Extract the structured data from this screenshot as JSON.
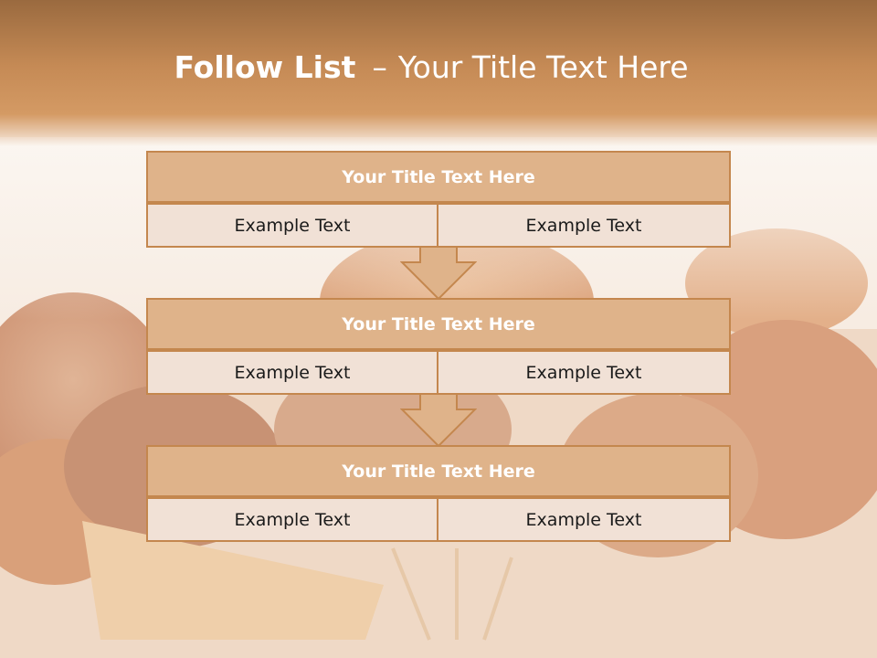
{
  "slide": {
    "title_bold": "Follow List",
    "title_sep": "–",
    "title_rest": "Your Title Text Here"
  },
  "colors": {
    "band_top": "#9a6a3f",
    "band_bottom": "#d49a64",
    "header_fill": "#dfb38a",
    "row_fill": "#f1e1d6",
    "border": "#c4874e",
    "arrow_fill": "#dfb38a"
  },
  "blocks": [
    {
      "title": "Your Title Text Here",
      "left": "Example Text",
      "right": "Example Text"
    },
    {
      "title": "Your Title Text Here",
      "left": "Example Text",
      "right": "Example Text"
    },
    {
      "title": "Your Title Text Here",
      "left": "Example Text",
      "right": "Example Text"
    }
  ],
  "background": {
    "icon": "bread-photo"
  }
}
